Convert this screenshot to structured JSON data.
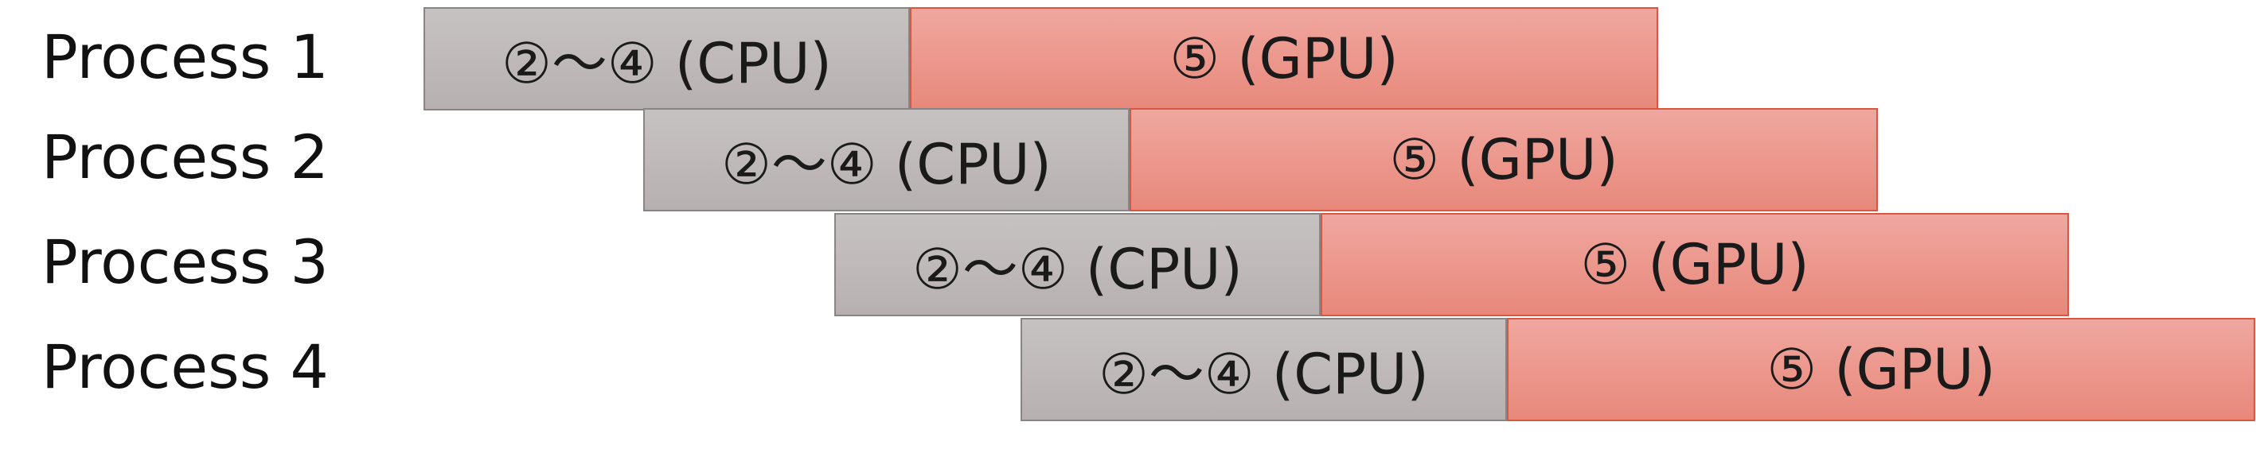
{
  "rows": [
    {
      "label": "Process 1",
      "cpu_task": "②～④ (CPU)",
      "gpu_task": "⑤ (GPU)"
    },
    {
      "label": "Process 2",
      "cpu_task": "②～④ (CPU)",
      "gpu_task": "⑤ (GPU)"
    },
    {
      "label": "Process 3",
      "cpu_task": "②～④ (CPU)",
      "gpu_task": "⑤ (GPU)"
    },
    {
      "label": "Process 4",
      "cpu_task": "②～④ (CPU)",
      "gpu_task": "⑤ (GPU)"
    }
  ],
  "colors": {
    "cpu_fill": "#bdb7b7",
    "gpu_fill": "#ec998e",
    "gpu_border": "#d9573f"
  }
}
